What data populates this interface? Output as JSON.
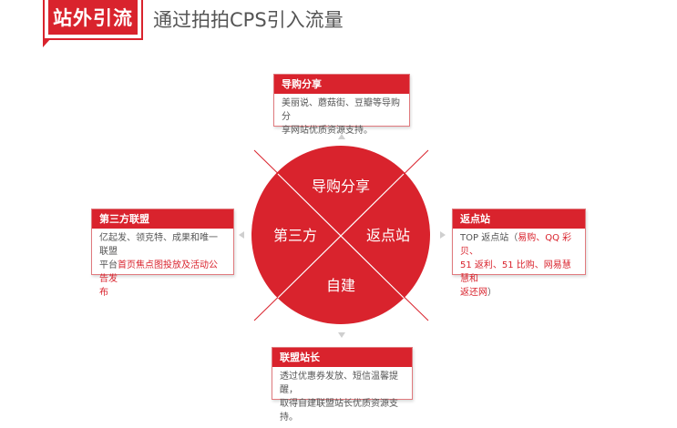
{
  "header": {
    "tag": "站外引流",
    "title": "通过拍拍CPS引入流量"
  },
  "circle": {
    "top": "导购分享",
    "right": "返点站",
    "bottom": "自建",
    "left": "第三方"
  },
  "boxes": {
    "top": {
      "title": "导购分享",
      "lines": [
        "美丽说、蘑菇街、豆瓣等导购分",
        "享网站优质资源支持。"
      ]
    },
    "right": {
      "title": "返点站",
      "lines": [
        "TOP 返点站（",
        "易购、QQ 彩贝、",
        "51 返利、51 比购、网易慧慧和",
        "返还网",
        "）"
      ]
    },
    "left": {
      "title": "第三方联盟",
      "lines": [
        "亿起发、领克特、成果和唯一联盟",
        "平台",
        "首页焦点图投放及活动公告发",
        "布"
      ]
    },
    "bottom": {
      "title": "联盟站长",
      "lines": [
        "透过优惠券发放、短信温馨提醒，",
        "取得自建联盟站长优质资源支持。"
      ]
    }
  },
  "colors": {
    "accent": "#d9232d",
    "circle": "#d9232d",
    "line": "#d9232d",
    "arrow": "#cfcfcf"
  }
}
